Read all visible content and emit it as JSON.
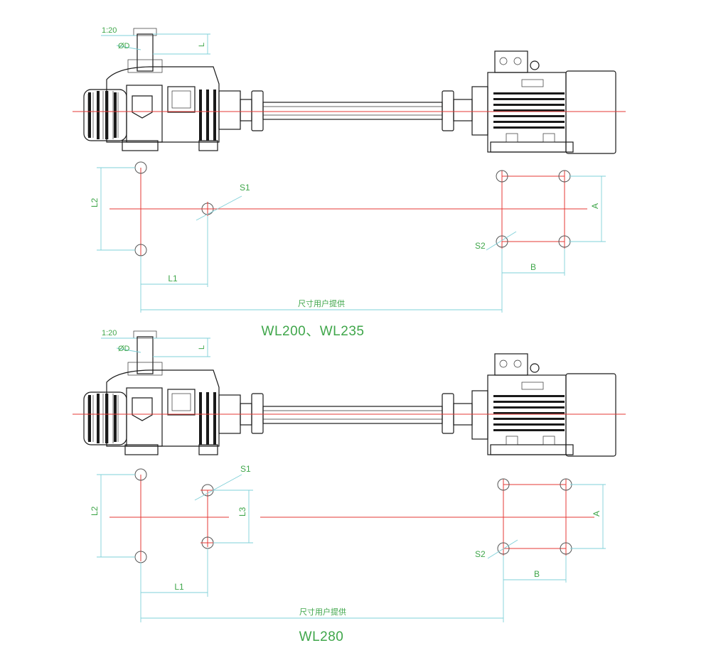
{
  "diagrams": [
    {
      "title": "WL200、WL235",
      "labels": {
        "taper": "1:20",
        "shaft_diameter": "ØD",
        "shaft_length": "L",
        "hole_s1": "S1",
        "hole_s2": "S2",
        "dim_l1": "L1",
        "dim_l2": "L2",
        "dim_a": "A",
        "dim_b": "B",
        "user_supplied": "尺寸用户提供"
      }
    },
    {
      "title": "WL280",
      "labels": {
        "taper": "1:20",
        "shaft_diameter": "ØD",
        "shaft_length": "L",
        "hole_s1": "S1",
        "hole_s2": "S2",
        "dim_l1": "L1",
        "dim_l2": "L2",
        "dim_l3": "L3",
        "dim_a": "A",
        "dim_b": "B",
        "user_supplied": "尺寸用户提供"
      }
    }
  ],
  "colors": {
    "label_green": "#3fa64a",
    "dimension_cyan": "#7fd0d8",
    "centerline_red": "#e53935",
    "outline_black": "#1a1a1a"
  }
}
